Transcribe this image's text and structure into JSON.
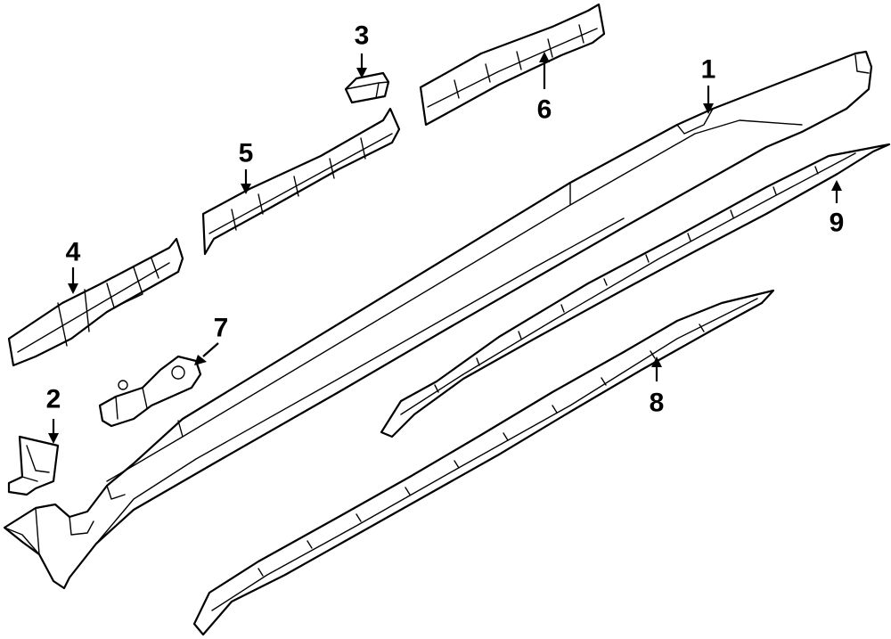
{
  "diagram": {
    "callouts": [
      {
        "id": "1",
        "label": "1"
      },
      {
        "id": "2",
        "label": "2"
      },
      {
        "id": "3",
        "label": "3"
      },
      {
        "id": "4",
        "label": "4"
      },
      {
        "id": "5",
        "label": "5"
      },
      {
        "id": "6",
        "label": "6"
      },
      {
        "id": "7",
        "label": "7"
      },
      {
        "id": "8",
        "label": "8"
      },
      {
        "id": "9",
        "label": "9"
      }
    ],
    "colors": {
      "line": "#000000",
      "fill": "#ffffff",
      "background": "#ffffff"
    }
  }
}
